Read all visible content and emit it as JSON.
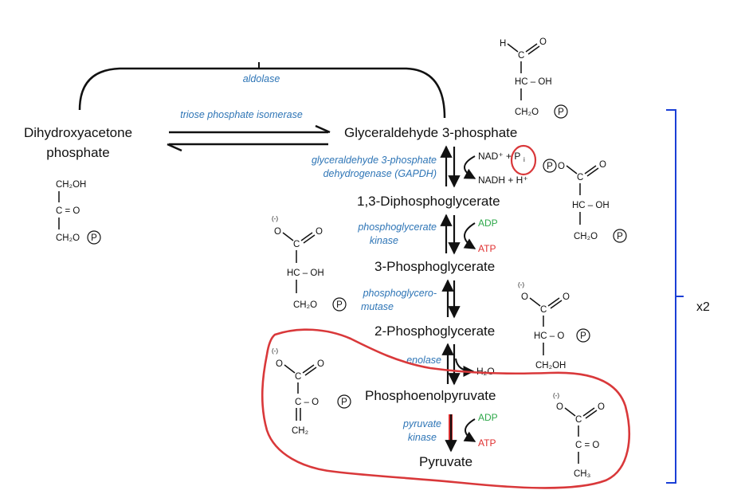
{
  "compounds": {
    "dhap_line1": "Dihydroxyacetone",
    "dhap_line2": "phosphate",
    "g3p": "Glyceraldehyde 3-phosphate",
    "bpg13": "1,3-Diphosphoglycerate",
    "pg3": "3-Phosphoglycerate",
    "pg2": "2-Phosphoglycerate",
    "pep": "Phosphoenolpyruvate",
    "pyruvate": "Pyruvate"
  },
  "enzymes": {
    "aldolase": "aldolase",
    "tpi": "triose phosphate isomerase",
    "gapdh_line1": "glyceraldehyde 3-phosphate",
    "gapdh_line2": "dehydrogenase (GAPDH)",
    "pgk_line1": "phosphoglycerate",
    "pgk_line2": "kinase",
    "pgm_line1": "phosphoglycero-",
    "pgm_line2": "mutase",
    "enolase": "enolase",
    "pk_line1": "pyruvate",
    "pk_line2": "kinase"
  },
  "cofactors": {
    "nad": "NAD⁺ + P",
    "nad_sub": "i",
    "nadh": "NADH + H⁺",
    "adp": "ADP",
    "atp": "ATP",
    "h2o": "H₂O"
  },
  "multiplier": "x2",
  "structure_text": {
    "ch2oh": "CH₂OH",
    "c_eq_o": "C = O",
    "ch2o": "CH₂O",
    "p": "P",
    "h": "H",
    "c": "C",
    "o": "O",
    "hc_oh": "HC – OH",
    "hc_o": "HC – O",
    "c_o": "C – O",
    "neg": "(-)",
    "ch2": "CH₂",
    "ch3": "CH₃"
  },
  "colors": {
    "enzyme_blue": "#2e75b6",
    "adp_green": "#2ea84a",
    "atp_red": "#e03030",
    "highlight_red": "#d9383a",
    "bracket_blue": "#1a3fd6"
  }
}
